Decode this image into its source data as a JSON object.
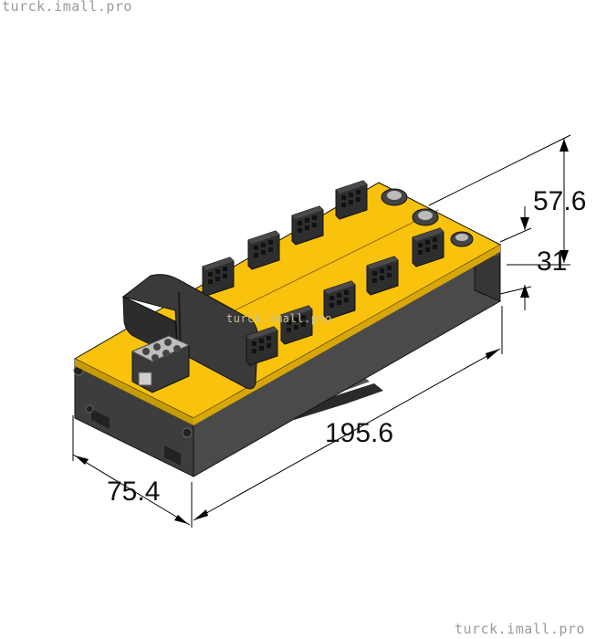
{
  "watermarks": {
    "top_left": "turck.imall.pro",
    "bottom_right": "turck.imall.pro",
    "center": "turck.imall.pro"
  },
  "dimensions": {
    "length": "195.6",
    "width": "75.4",
    "total_height": "57.6",
    "body_height": "31"
  },
  "colors": {
    "housing_yellow": "#f9c20c",
    "housing_dark": "#3b3b3b",
    "connector_dark": "#2e2e2e",
    "dimension_line": "#000000"
  }
}
